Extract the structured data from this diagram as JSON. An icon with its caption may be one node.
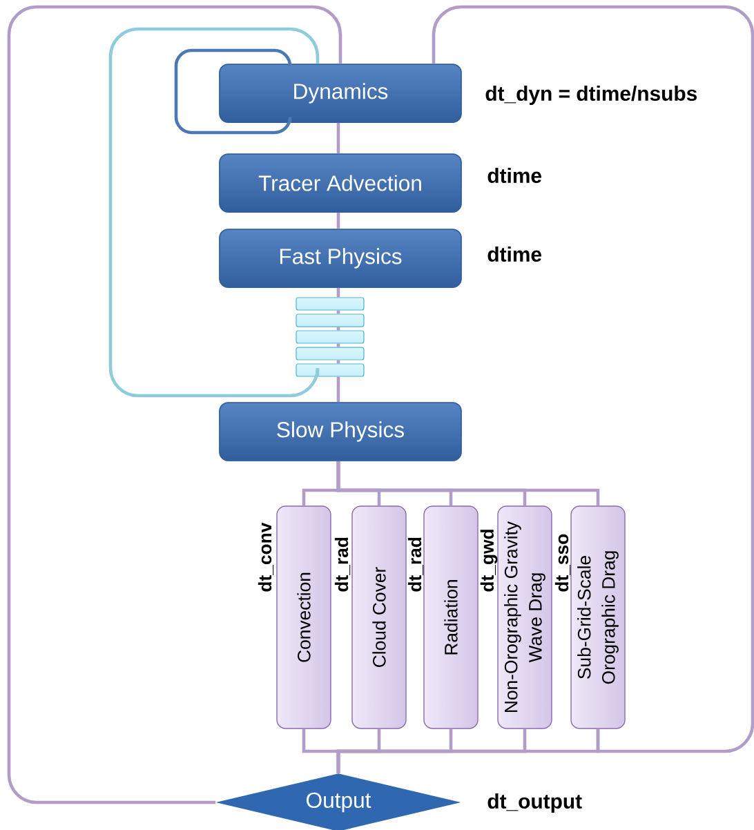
{
  "diagram": {
    "nodes": [
      {
        "text": [
          "Dynamics"
        ],
        "beside": [
          "dt_dyn = dtime/nsubs"
        ]
      },
      {
        "text": [
          "Tracer Advection"
        ],
        "beside": [
          "dtime"
        ]
      },
      {
        "text": [
          "Fast Physics"
        ],
        "beside": [
          "dtime"
        ]
      },
      {
        "text": [],
        "shape": "bar"
      },
      {
        "text": [],
        "shape": "bar"
      },
      {
        "text": [],
        "shape": "bar"
      },
      {
        "text": [],
        "shape": "bar"
      },
      {
        "text": [],
        "shape": "bar"
      },
      {
        "text": [
          "Slow Physics"
        ]
      },
      {
        "text": [
          "Convection"
        ],
        "beside": [
          "dt_conv"
        ]
      },
      {
        "text": [
          "Cloud Cover"
        ],
        "beside": [
          "dt_rad"
        ]
      },
      {
        "text": [
          "Radiation"
        ],
        "beside": [
          "dt_rad"
        ]
      },
      {
        "text": [
          "Non-Orographic Gravity Wave Drag"
        ],
        "beside": [
          "dt_gwd"
        ]
      },
      {
        "text": [
          "Sub-Grid-Scale Orographic Drag"
        ],
        "beside": [
          "dt_sso"
        ]
      },
      {
        "text": [
          "Output"
        ],
        "beside": [
          "dt_output"
        ]
      }
    ],
    "edges": [
      {
        "from": 0,
        "to": 1,
        "arrow": "none"
      },
      {
        "from": 1,
        "to": 2,
        "arrow": "none"
      },
      {
        "from": 2,
        "to": 3,
        "arrow": "none"
      },
      {
        "from": 3,
        "to": 4,
        "arrow": "none"
      },
      {
        "from": 4,
        "to": 5,
        "arrow": "none"
      },
      {
        "from": 5,
        "to": 6,
        "arrow": "none"
      },
      {
        "from": 6,
        "to": 7,
        "arrow": "none"
      },
      {
        "from": 7,
        "to": 8,
        "arrow": "none"
      },
      {
        "from": 8,
        "to": 9,
        "arrow": "none"
      },
      {
        "from": 8,
        "to": 10,
        "arrow": "none"
      },
      {
        "from": 8,
        "to": 11,
        "arrow": "none"
      },
      {
        "from": 8,
        "to": 12,
        "arrow": "none"
      },
      {
        "from": 8,
        "to": 13,
        "arrow": "none"
      },
      {
        "from": 9,
        "to": 14,
        "arrow": "none"
      },
      {
        "from": 10,
        "to": 14,
        "arrow": "none"
      },
      {
        "from": 11,
        "to": 14,
        "arrow": "none"
      },
      {
        "from": 12,
        "to": 14,
        "arrow": "none"
      },
      {
        "from": 13,
        "to": 14,
        "arrow": "none"
      },
      {
        "from": 14,
        "to": 0,
        "arrow": "none"
      },
      {
        "from": 13,
        "to": 0,
        "arrow": "none"
      },
      {
        "from": 7,
        "to": 0,
        "arrow": "none",
        "color": "#90cbdb"
      },
      {
        "from": 0,
        "to": 0,
        "arrow": "none",
        "color": "#4a78b5"
      }
    ]
  }
}
